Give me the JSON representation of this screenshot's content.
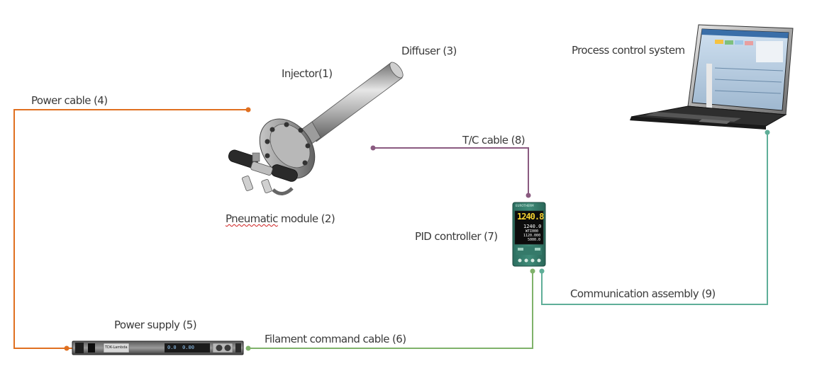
{
  "labels": {
    "injector": "Injector(1)",
    "pneumatic_word": "Pneumatic",
    "pneumatic_rest": " module (2)",
    "diffuser": "Diffuser (3)",
    "power_cable": "Power cable (4)",
    "power_supply": "Power supply (5)",
    "filament_cable": "Filament command cable (6)",
    "pid_controller": "PID controller (7)",
    "tc_cable": "T/C cable (8)",
    "communication": "Communication assembly (9)",
    "process_control": "Process control system"
  },
  "pid_display": {
    "brand": "EUROTHERM",
    "main_value": "1240.8",
    "set_value": "1240.0",
    "line3": "WTI000",
    "line4": "1120.000",
    "line5": "5000.0"
  },
  "power_supply_panel": {
    "brand": "TDK-Lambda",
    "digits": "0.0  0.00"
  },
  "colors": {
    "power_cable": "#e07020",
    "tc_cable": "#8a5a80",
    "filament_cable": "#7fb26a",
    "communication": "#5fae98",
    "label_text": "#3a3a3a"
  }
}
